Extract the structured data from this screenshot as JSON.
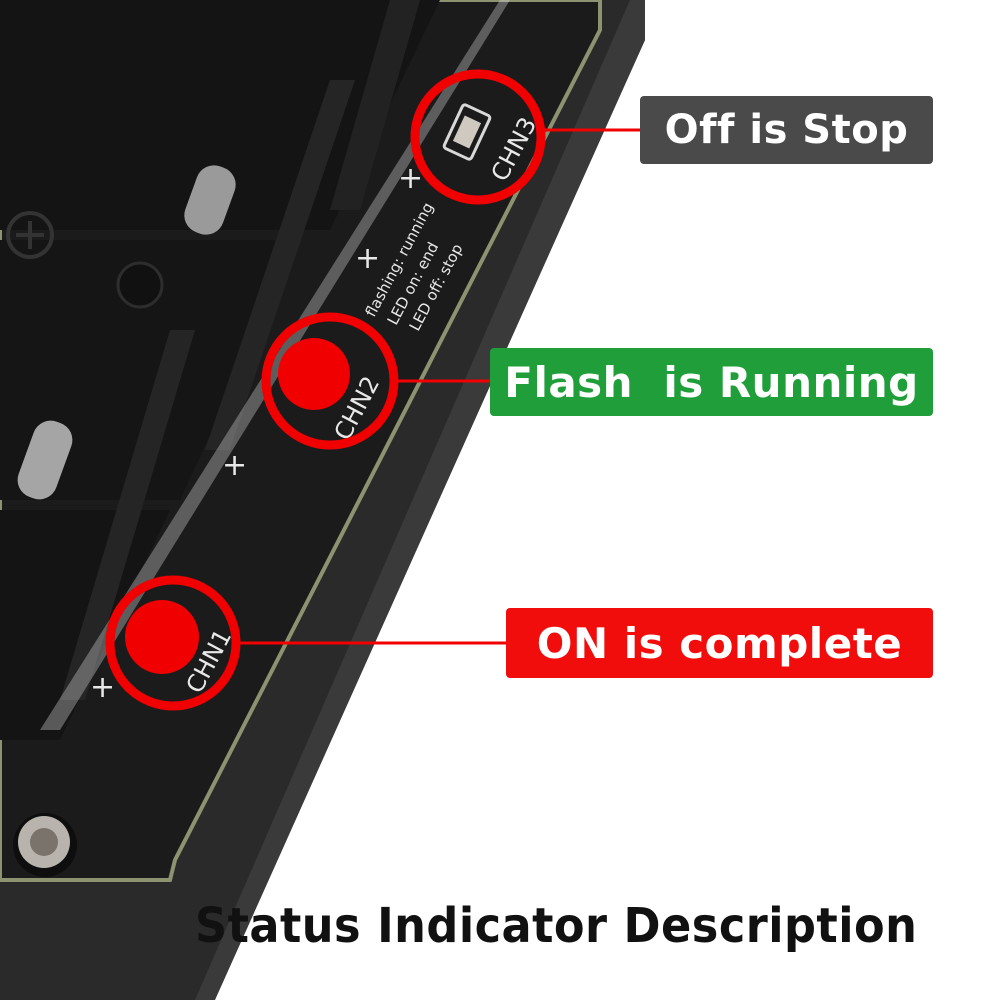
{
  "labels": {
    "off": {
      "text": "Off is Stop",
      "color": "#4a4a4a"
    },
    "flash": {
      "text": "Flash  is Running",
      "color": "#1f9e3a"
    },
    "on": {
      "text": "ON is complete",
      "color": "#f20d0d"
    }
  },
  "caption": "Status Indicator Description",
  "board": {
    "channels": [
      "CHN1",
      "CHN2",
      "CHN3"
    ],
    "legend": [
      "flashing: running",
      "LED on: end",
      "LED off: stop"
    ],
    "plus_marks": [
      "+",
      "+",
      "+",
      "+",
      "+"
    ]
  },
  "colors": {
    "highlight_ring": "#f00000",
    "board": "#1c1c1c",
    "background": "#ffffff"
  }
}
